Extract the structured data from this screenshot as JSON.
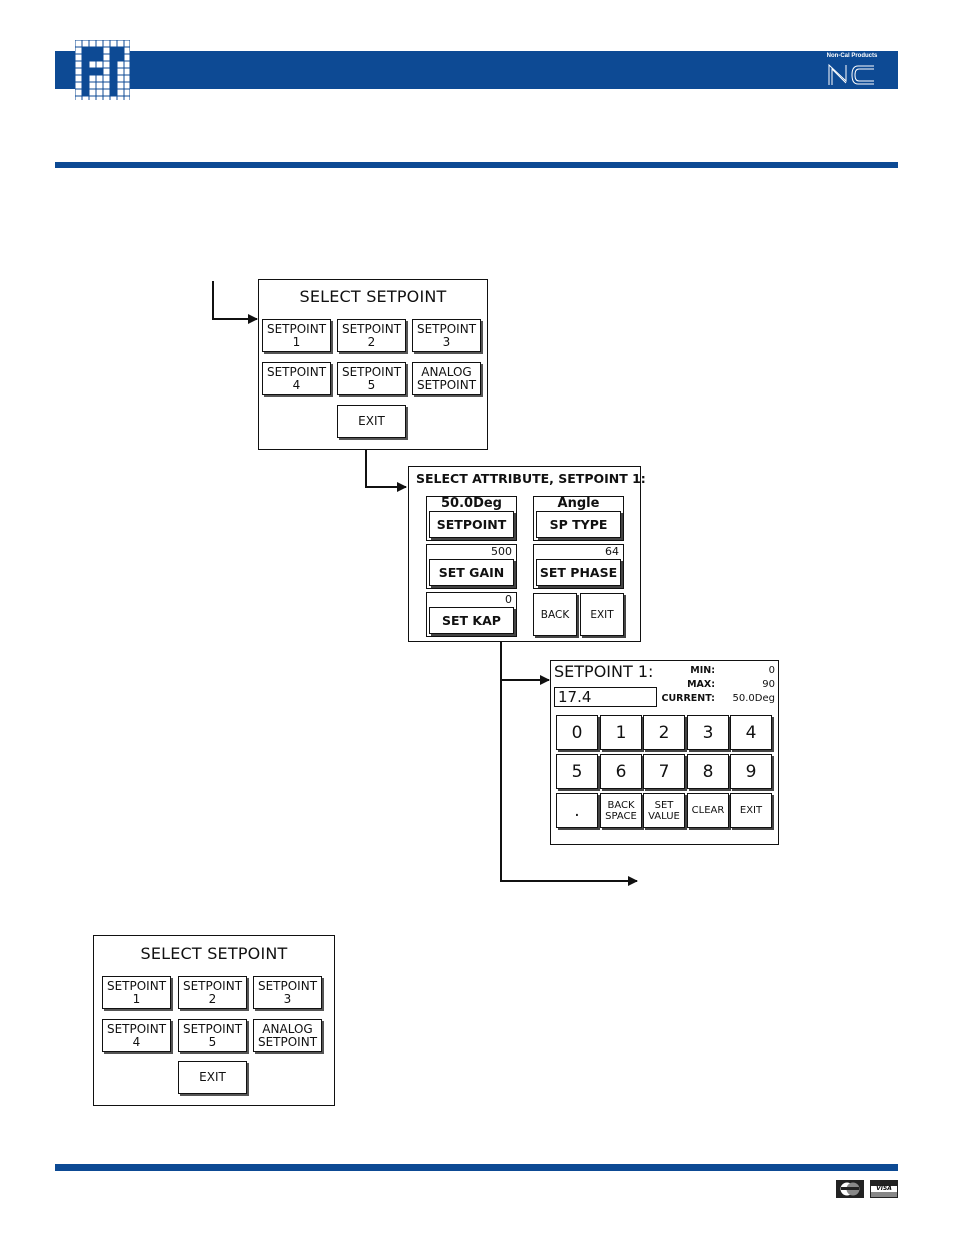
{
  "header": {
    "right_logo_caption": "Non-Cal Products",
    "right_logo_letters": "NC",
    "accent_color": "#0d4a94"
  },
  "select_setpoint": {
    "title": "SELECT SETPOINT",
    "buttons": [
      {
        "line1": "SETPOINT",
        "line2": "1"
      },
      {
        "line1": "SETPOINT",
        "line2": "2"
      },
      {
        "line1": "SETPOINT",
        "line2": "3"
      },
      {
        "line1": "SETPOINT",
        "line2": "4"
      },
      {
        "line1": "SETPOINT",
        "line2": "5"
      },
      {
        "line1": "ANALOG",
        "line2": "SETPOINT"
      }
    ],
    "exit_label": "EXIT"
  },
  "select_attribute": {
    "title": "SELECT ATTRIBUTE, SETPOINT 1:",
    "setpoint": {
      "value": "50.0Deg",
      "label": "SETPOINT"
    },
    "sp_type": {
      "value": "Angle",
      "label": "SP TYPE"
    },
    "set_gain": {
      "value": "500",
      "label": "SET GAIN"
    },
    "set_phase": {
      "value": "64",
      "label": "SET PHASE"
    },
    "set_kap": {
      "value": "0",
      "label": "SET KAP"
    },
    "back_label": "BACK",
    "exit_label": "EXIT"
  },
  "keypad": {
    "title": "SETPOINT 1:",
    "min_label": "MIN:",
    "min_value": "0",
    "max_label": "MAX:",
    "max_value": "90",
    "current_label": "CURRENT:",
    "current_value": "50.0Deg",
    "input_value": "17.4",
    "digits": [
      "0",
      "1",
      "2",
      "3",
      "4",
      "5",
      "6",
      "7",
      "8",
      "9"
    ],
    "dot_label": ".",
    "backspace_line1": "BACK",
    "backspace_line2": "SPACE",
    "setvalue_line1": "SET",
    "setvalue_line2": "VALUE",
    "clear_label": "CLEAR",
    "exit_label": "EXIT"
  },
  "select_setpoint_2": {
    "title": "SELECT SETPOINT",
    "buttons": [
      {
        "line1": "SETPOINT",
        "line2": "1"
      },
      {
        "line1": "SETPOINT",
        "line2": "2"
      },
      {
        "line1": "SETPOINT",
        "line2": "3"
      },
      {
        "line1": "SETPOINT",
        "line2": "4"
      },
      {
        "line1": "SETPOINT",
        "line2": "5"
      },
      {
        "line1": "ANALOG",
        "line2": "SETPOINT"
      }
    ],
    "exit_label": "EXIT"
  },
  "footer": {
    "card_label": "VISA"
  }
}
